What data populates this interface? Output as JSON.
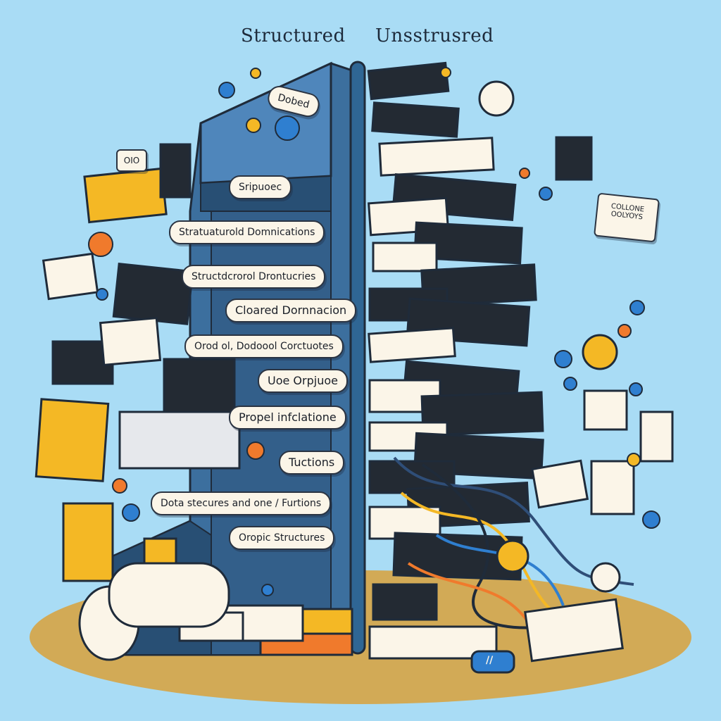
{
  "headings": {
    "left": "Structured",
    "right": "Unsstrusred"
  },
  "labels": {
    "top_badge": "Dobed",
    "small_card": "OIO",
    "right_card_line1": "COLLONE",
    "right_card_line2": "OOLYOYS",
    "items": [
      "Sripuoec",
      "Stratuaturold Domnications",
      "Structdcrorol Drontucries",
      "Cloared Dornnacion",
      "Orod ol, Dodoool Corctuotes",
      "Uoe Orpjuoe",
      "Propel infclatione",
      "Tuctions",
      "Dota stecures and one / Furtions",
      "Oropic Structures"
    ],
    "device_tag": "//"
  },
  "colors": {
    "background": "#a9dcf5",
    "tower": "#3c6f9e",
    "tower_dark": "#284f74",
    "divider": "#2f6694",
    "accent_yellow": "#f4b825",
    "accent_orange": "#f07a2c",
    "accent_blue": "#2f7fd0",
    "screen_dark": "#232a33",
    "paper": "#fbf5e8",
    "ground": "#d9a13a"
  }
}
